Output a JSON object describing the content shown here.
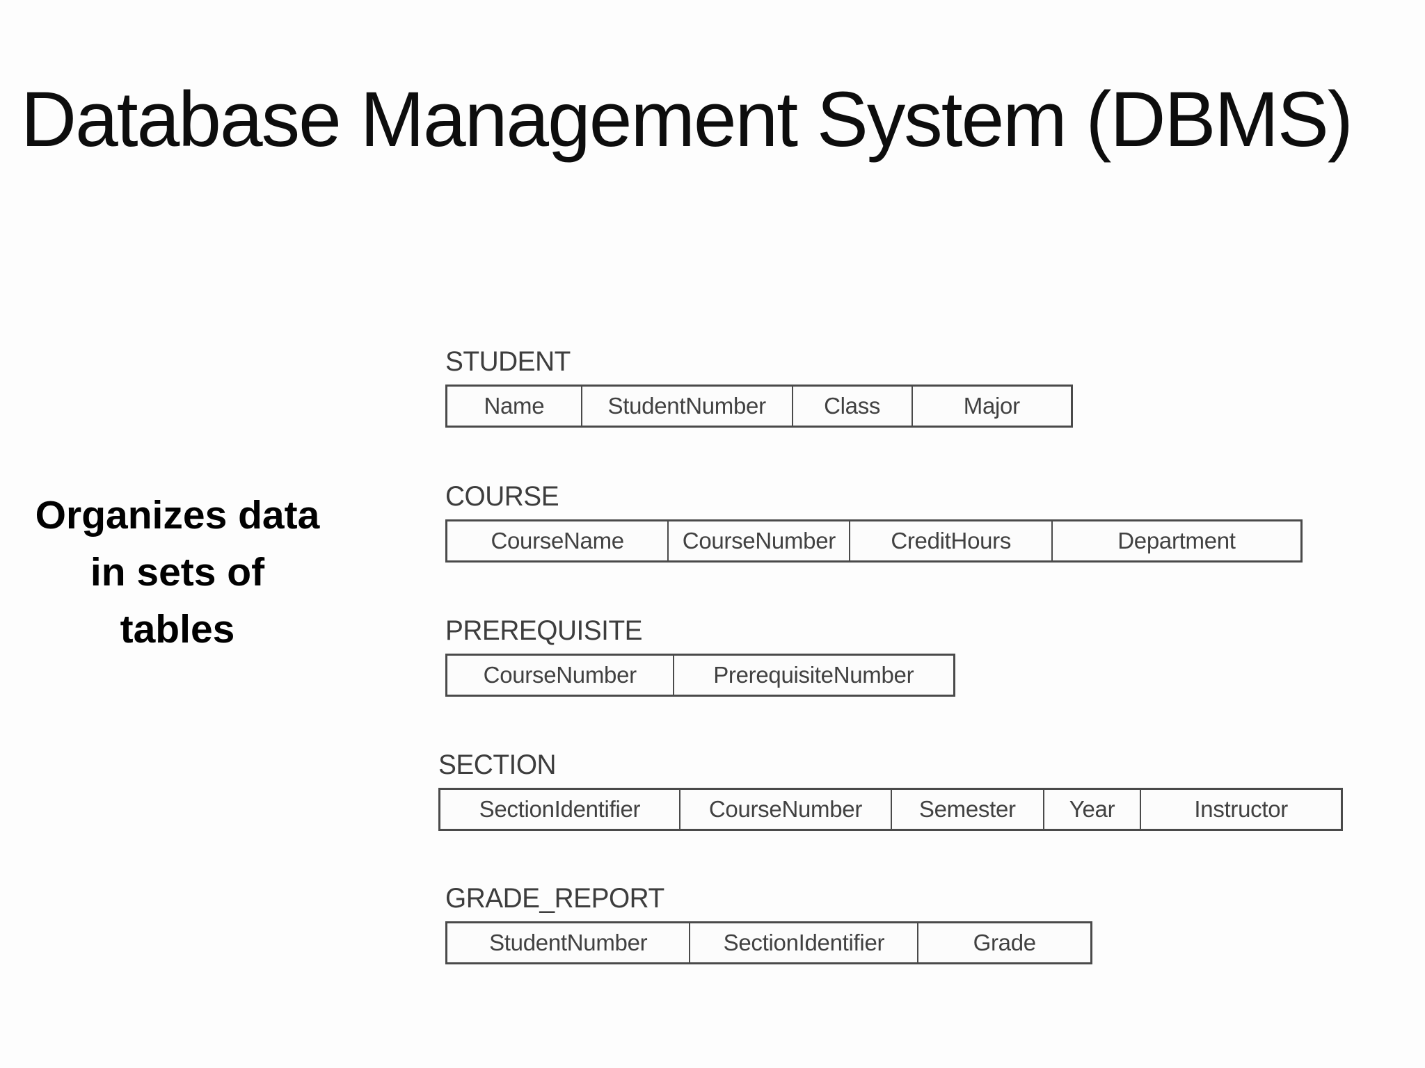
{
  "title": "Database Management System (DBMS)",
  "note": {
    "lines": [
      "Organizes data",
      "in sets of",
      "tables"
    ]
  },
  "colors": {
    "background": "#fdfdfd",
    "title_text": "#0d0d0d",
    "note_text": "#010101",
    "table_text": "#414141",
    "table_border": "#4a4a4a"
  },
  "tables": [
    {
      "name": "STUDENT",
      "columns": [
        {
          "label": "Name"
        },
        {
          "label": "StudentNumber"
        },
        {
          "label": "Class"
        },
        {
          "label": "Major"
        }
      ]
    },
    {
      "name": "COURSE",
      "columns": [
        {
          "label": "CourseName"
        },
        {
          "label": "CourseNumber"
        },
        {
          "label": "CreditHours"
        },
        {
          "label": "Department"
        }
      ]
    },
    {
      "name": "PREREQUISITE",
      "columns": [
        {
          "label": "CourseNumber"
        },
        {
          "label": "PrerequisiteNumber"
        }
      ]
    },
    {
      "name": "SECTION",
      "columns": [
        {
          "label": "SectionIdentifier"
        },
        {
          "label": "CourseNumber"
        },
        {
          "label": "Semester"
        },
        {
          "label": "Year"
        },
        {
          "label": "Instructor"
        }
      ]
    },
    {
      "name": "GRADE_REPORT",
      "columns": [
        {
          "label": "StudentNumber"
        },
        {
          "label": "SectionIdentifier"
        },
        {
          "label": "Grade"
        }
      ]
    }
  ]
}
